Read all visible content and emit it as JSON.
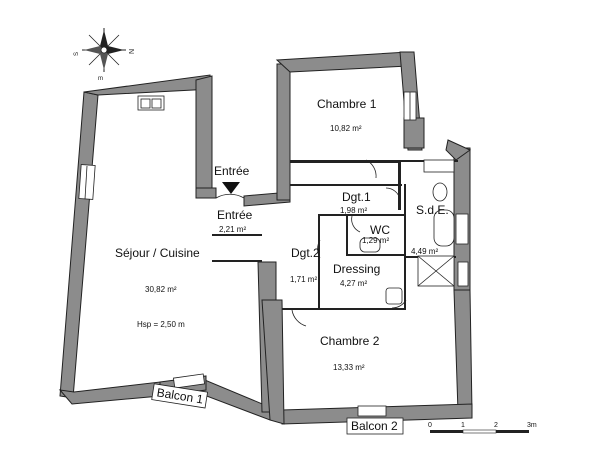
{
  "compass": {
    "north": "N",
    "south": "S",
    "mark": "m"
  },
  "entry_marker": {
    "label": "Entrée"
  },
  "rooms": {
    "sejour": {
      "name": "Séjour / Cuisine",
      "area": "30,82 m²",
      "hsp": "Hsp = 2,50 m"
    },
    "chambre1": {
      "name": "Chambre 1",
      "area": "10,82 m²"
    },
    "dgt1": {
      "name": "Dgt.1",
      "area": "1,98 m²"
    },
    "entree": {
      "name": "Entrée",
      "area": "2,21 m²"
    },
    "wc": {
      "name": "WC",
      "area": "1,29 m²"
    },
    "sde": {
      "name": "S.d.E.",
      "area": "4,49 m²"
    },
    "dgt2": {
      "name": "Dgt.2",
      "area": "1,71 m²"
    },
    "dressing": {
      "name": "Dressing",
      "area": "4,27 m²"
    },
    "chambre2": {
      "name": "Chambre 2",
      "area": "13,33 m²"
    }
  },
  "balconies": {
    "balcon1": "Balcon 1",
    "balcon2": "Balcon 2"
  },
  "scale_bar": {
    "ticks": [
      "0",
      "1",
      "2",
      "3m"
    ]
  }
}
